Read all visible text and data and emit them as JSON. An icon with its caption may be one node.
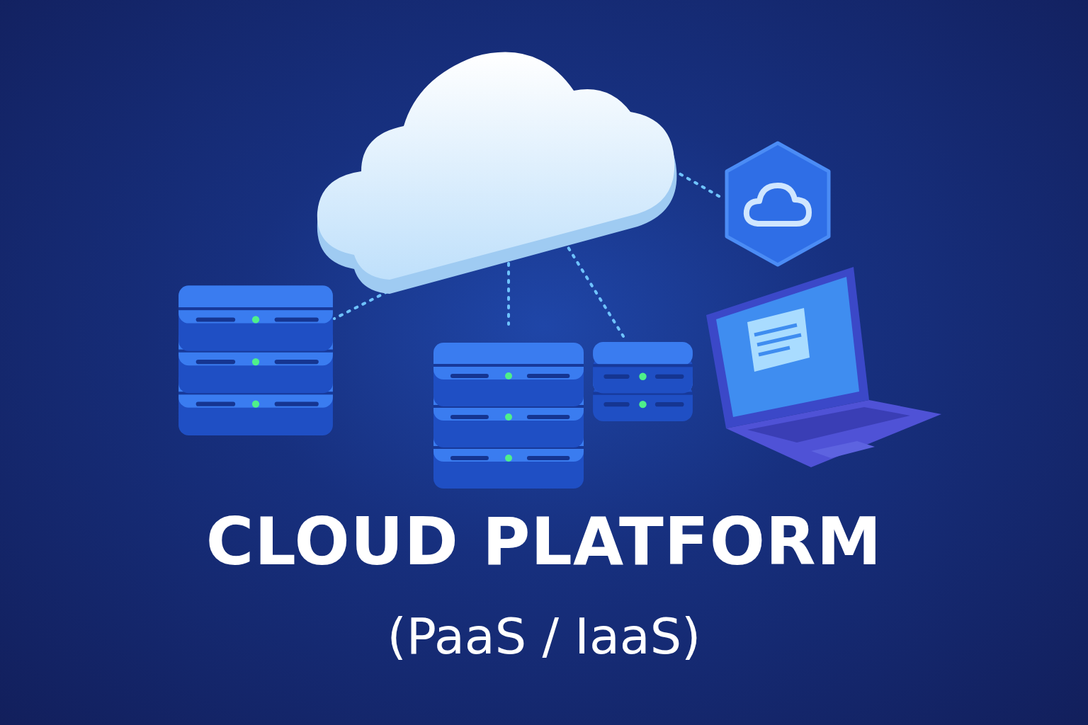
{
  "diagram": {
    "title": "CLOUD PLATFORM",
    "caption": "(PaaS / IaaS)",
    "nodes": [
      {
        "text": [],
        "shape": "cloud"
      },
      {
        "text": [],
        "shape": "picture"
      },
      {
        "text": [],
        "shape": "picture"
      },
      {
        "text": [],
        "shape": "picture"
      },
      {
        "text": [],
        "shape": "picture"
      },
      {
        "text": [],
        "shape": "picture"
      }
    ],
    "edges": [
      {
        "from": 0,
        "to": 1,
        "arrow": "none",
        "style": "dashed"
      },
      {
        "from": 0,
        "to": 2,
        "arrow": "none",
        "style": "dashed"
      },
      {
        "from": 0,
        "to": 3,
        "arrow": "none",
        "style": "dashed"
      },
      {
        "from": 0,
        "to": 4,
        "arrow": "none",
        "style": "dashed"
      }
    ]
  }
}
